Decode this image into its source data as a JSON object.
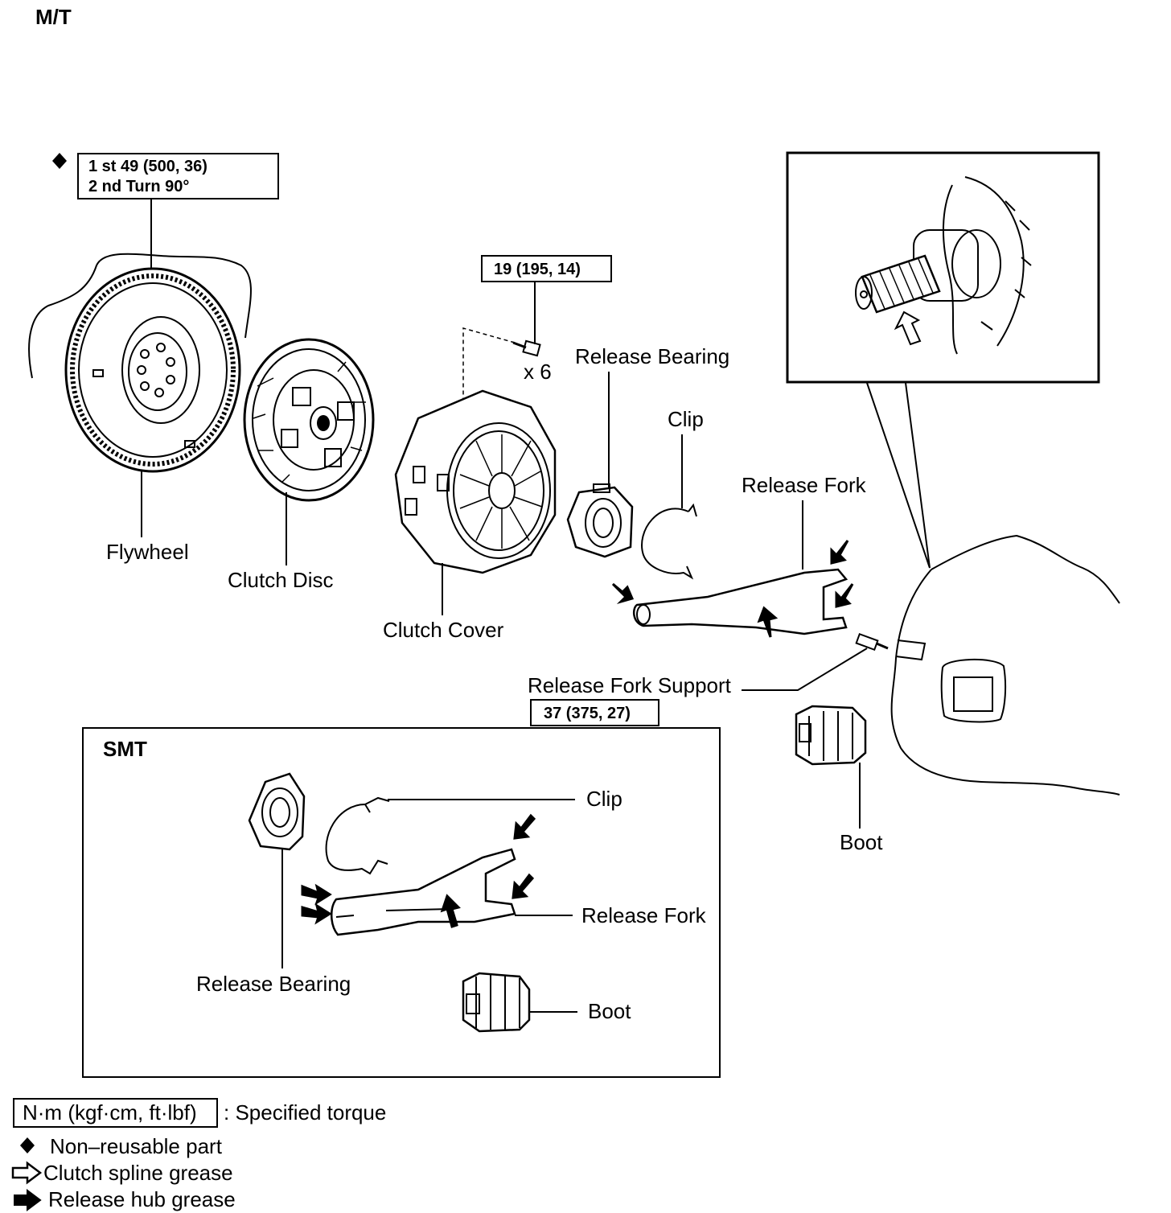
{
  "title": "M/T",
  "torque_flywheel": {
    "line1": "1 st 49 (500, 36)",
    "line2": "2 nd Turn 90°"
  },
  "torque_cover_bolt": "19 (195, 14)",
  "bolt_qty": "x 6",
  "torque_fork_support": "37 (375, 27)",
  "labels": {
    "flywheel": "Flywheel",
    "clutch_disc": "Clutch Disc",
    "clutch_cover": "Clutch Cover",
    "release_bearing": "Release Bearing",
    "clip": "Clip",
    "release_fork": "Release Fork",
    "release_fork_support": "Release Fork Support",
    "boot": "Boot"
  },
  "smt": {
    "title": "SMT",
    "clip": "Clip",
    "release_fork": "Release Fork",
    "release_bearing": "Release Bearing",
    "boot": "Boot"
  },
  "legend": {
    "torque_box": "N·m (kgf·cm, ft·lbf)",
    "torque_text": ": Specified torque",
    "non_reusable": "Non–reusable part",
    "spline_grease": "Clutch spline grease",
    "hub_grease": "Release hub grease"
  },
  "icons": [
    "diamond-icon",
    "hollow-arrow-icon",
    "solid-arrow-icon"
  ]
}
